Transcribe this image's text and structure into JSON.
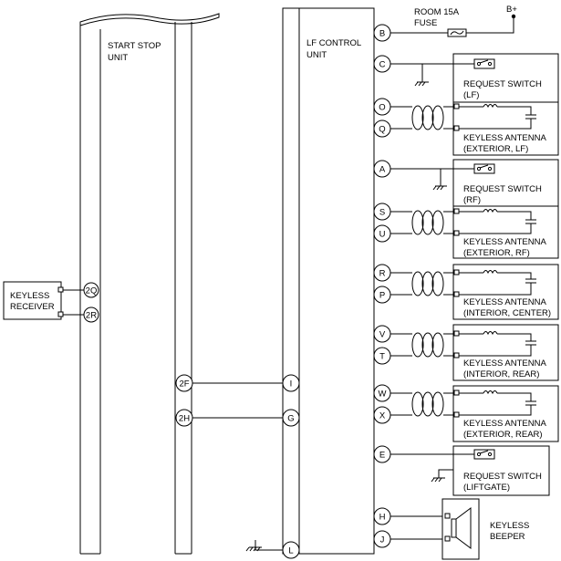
{
  "units": {
    "start_stop": [
      "START STOP",
      "UNIT"
    ],
    "lf_control": [
      "LF CONTROL",
      "UNIT"
    ],
    "keyless_receiver": [
      "KEYLESS",
      "RECEIVER"
    ],
    "keyless_beeper": [
      "KEYLESS",
      "BEEPER"
    ]
  },
  "power": {
    "b_plus": "B+",
    "fuse": [
      "ROOM 15A",
      "FUSE"
    ]
  },
  "pins": {
    "B": "B",
    "C": "C",
    "O": "O",
    "Q": "Q",
    "A": "A",
    "S": "S",
    "U": "U",
    "R": "R",
    "P": "P",
    "V": "V",
    "T": "T",
    "W": "W",
    "X": "X",
    "E": "E",
    "H": "H",
    "J": "J",
    "I": "I",
    "G": "G",
    "L": "L",
    "2Q": "2Q",
    "2R": "2R",
    "2F": "2F",
    "2H": "2H"
  },
  "components": {
    "request_switch_lf": [
      "REQUEST SWITCH",
      "(LF)"
    ],
    "antenna_ext_lf": [
      "KEYLESS ANTENNA",
      "(EXTERIOR, LF)"
    ],
    "request_switch_rf": [
      "REQUEST SWITCH",
      "(RF)"
    ],
    "antenna_ext_rf": [
      "KEYLESS ANTENNA",
      "(EXTERIOR, RF)"
    ],
    "antenna_int_center": [
      "KEYLESS ANTENNA",
      "(INTERIOR, CENTER)"
    ],
    "antenna_int_rear": [
      "KEYLESS ANTENNA",
      "(INTERIOR, REAR)"
    ],
    "antenna_ext_rear": [
      "KEYLESS ANTENNA",
      "(EXTERIOR, REAR)"
    ],
    "request_switch_liftgate": [
      "REQUEST SWITCH",
      "(LIFTGATE)"
    ]
  }
}
